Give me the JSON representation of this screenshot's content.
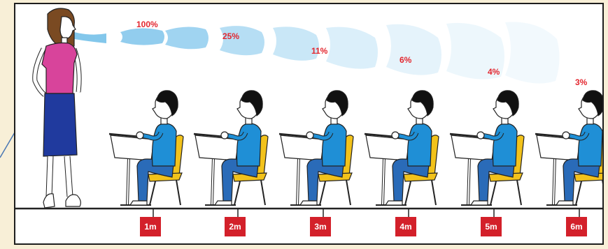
{
  "colors": {
    "accent": "#e3262e",
    "label_bg": "#d3202a",
    "beam": "#7cc4ea",
    "background": "#f8efd7",
    "shirt_student": "#1f8fd6",
    "chair": "#f2c21b",
    "teacher_shirt": "#d8449b",
    "teacher_skirt": "#203a9e"
  },
  "figure": {
    "percentages": [
      "100%",
      "25%",
      "11%",
      "6%",
      "4%",
      "3%"
    ],
    "distances": [
      "1m",
      "2m",
      "3m",
      "4m",
      "5m",
      "6m"
    ]
  }
}
